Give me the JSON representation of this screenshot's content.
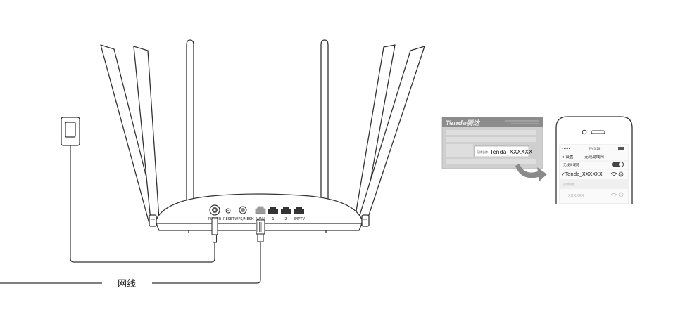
{
  "ports": {
    "power": "POWER",
    "reset": "RESET",
    "wps_mesh": "WPS/MESH",
    "wan": "WAN",
    "lan1": "1",
    "lan2": "2",
    "lan3_iptv": "3/IPTV"
  },
  "cable_label": "网线",
  "label_card": {
    "brand": "Tenda腾达",
    "ssid_key": "无线名称",
    "ssid_value": "Tenda_XXXXXX"
  },
  "phone": {
    "status_left": "•••••",
    "status_time": "下午3:28",
    "back_label": "< 设置",
    "screen_title": "无线局域网",
    "wlan_label": "无线局域网",
    "selected_network": "✓Tenda_XXXXXX",
    "section_label": "选取网络...",
    "other_network": "XXXXXX"
  }
}
